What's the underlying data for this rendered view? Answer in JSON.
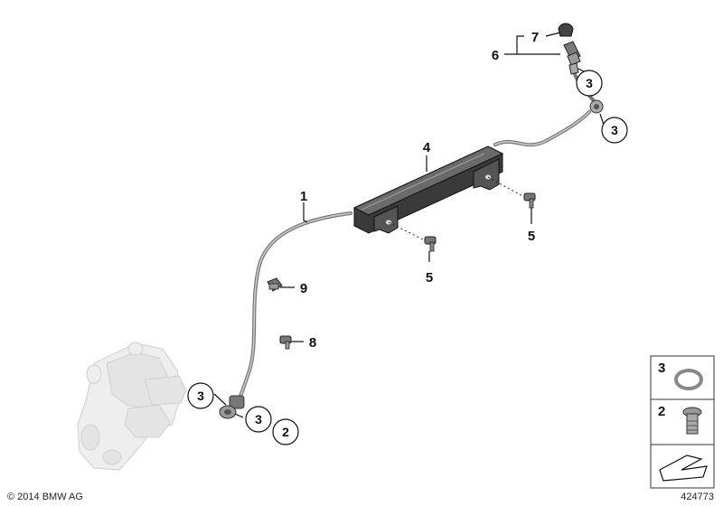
{
  "labels": {
    "hose": "1",
    "rail": "4",
    "bolt_left": "5",
    "bolt_right": "5",
    "bleeder_set": "6",
    "cap": "7",
    "screw_8": "8",
    "screw_9": "9"
  },
  "callouts": {
    "top_union": "3",
    "top_banjo": "3",
    "caliper": "3",
    "bottom_banjo": "3",
    "bottom_bolt": "2"
  },
  "legend": {
    "washer": "3",
    "banjo_bolt": "2"
  },
  "footer": {
    "copyright": "© 2014 BMW AG",
    "diagram_number": "424773"
  }
}
